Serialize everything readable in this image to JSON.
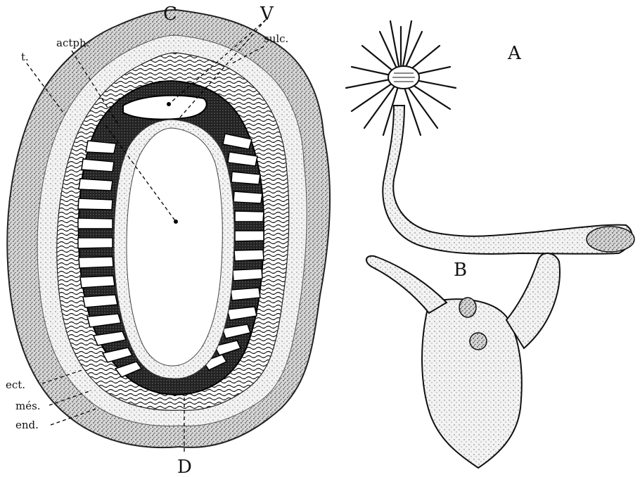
{
  "figure": {
    "panel_labels": {
      "a": "A",
      "b": "B",
      "c": "C",
      "v": "V",
      "d": "D"
    },
    "section_labels": {
      "actph": "actph.",
      "sulc": "sulc.",
      "t": "t.",
      "ect": "ect.",
      "mes": "més.",
      "end": "end."
    }
  }
}
